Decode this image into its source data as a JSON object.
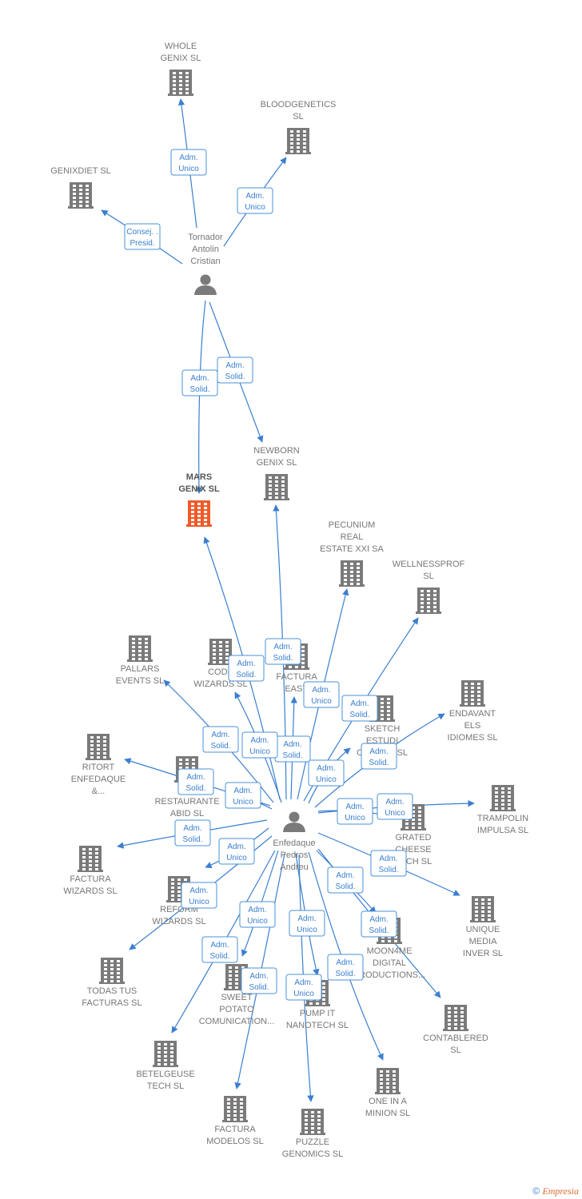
{
  "colors": {
    "building": "#7a7a7a",
    "highlight": "#f05a28",
    "person": "#7a7a7a",
    "edge": "#3a7fd0"
  },
  "nodes": [
    {
      "id": "whole",
      "type": "company",
      "label": [
        "WHOLE",
        "GENIX SL"
      ]
    },
    {
      "id": "blood",
      "type": "company",
      "label": [
        "BLOODGENETICS",
        "SL"
      ]
    },
    {
      "id": "genixdiet",
      "type": "company",
      "label": [
        "GENIXDIET SL"
      ]
    },
    {
      "id": "tornador",
      "type": "person",
      "label": [
        "Tornador",
        "Antolin",
        "Cristian"
      ]
    },
    {
      "id": "mars",
      "type": "company",
      "highlight": true,
      "label": [
        "MARS",
        "GENIX SL"
      ]
    },
    {
      "id": "newborn",
      "type": "company",
      "label": [
        "NEWBORN",
        "GENIX SL"
      ]
    },
    {
      "id": "pecunium",
      "type": "company",
      "label": [
        "PECUNIUM",
        "REAL",
        "ESTATE XXI SA"
      ]
    },
    {
      "id": "wellness",
      "type": "company",
      "label": [
        "WELLNESSPROF",
        "SL"
      ]
    },
    {
      "id": "pallars",
      "type": "company",
      "label": [
        "PALLARS",
        "EVENTS SL"
      ]
    },
    {
      "id": "code",
      "type": "company",
      "label": [
        "CODE",
        "WIZARDS SL"
      ]
    },
    {
      "id": "facturaeasy",
      "type": "company",
      "label": [
        "FACTURA",
        "EASY"
      ]
    },
    {
      "id": "sketch",
      "type": "company",
      "label": [
        "SKETCH",
        "ESTUDI",
        "CREATIU SL"
      ]
    },
    {
      "id": "endavant",
      "type": "company",
      "label": [
        "ENDAVANT",
        "ELS",
        "IDIOMES SL"
      ]
    },
    {
      "id": "ritort",
      "type": "company",
      "label": [
        "RITORT",
        "ENFEDAQUE",
        "&..."
      ]
    },
    {
      "id": "restaurante",
      "type": "company",
      "label": [
        "EL",
        "RESTAURANTE",
        "ABID SL"
      ]
    },
    {
      "id": "trampolin",
      "type": "company",
      "label": [
        "TRAMPOLIN",
        "IMPULSA SL"
      ]
    },
    {
      "id": "grated",
      "type": "company",
      "label": [
        "GRATED",
        "CHEESE",
        "TECH SL"
      ]
    },
    {
      "id": "enfedaque",
      "type": "person",
      "label": [
        "Enfedaque",
        "Pedros",
        "Andreu"
      ]
    },
    {
      "id": "facturawiz",
      "type": "company",
      "label": [
        "FACTURA",
        "WIZARDS SL"
      ]
    },
    {
      "id": "reform",
      "type": "company",
      "label": [
        "REFORM",
        "WIZARDS SL"
      ]
    },
    {
      "id": "unique",
      "type": "company",
      "label": [
        "UNIQUE",
        "MEDIA",
        "INVER SL"
      ]
    },
    {
      "id": "todas",
      "type": "company",
      "label": [
        "TODAS TUS",
        "FACTURAS SL"
      ]
    },
    {
      "id": "moon",
      "type": "company",
      "label": [
        "MOON4ME",
        "DIGITAL",
        "PRODUCTIONS..."
      ]
    },
    {
      "id": "sweet",
      "type": "company",
      "label": [
        "SWEET",
        "POTATO",
        "COMUNICATION..."
      ]
    },
    {
      "id": "pumpit",
      "type": "company",
      "label": [
        "PUMP IT",
        "NANOTECH SL"
      ]
    },
    {
      "id": "contablered",
      "type": "company",
      "label": [
        "CONTABLERED",
        "SL"
      ]
    },
    {
      "id": "betelgeuse",
      "type": "company",
      "label": [
        "BETELGEUSE",
        "TECH SL"
      ]
    },
    {
      "id": "oneinamin",
      "type": "company",
      "label": [
        "ONE IN A",
        "MINION SL"
      ]
    },
    {
      "id": "facturamod",
      "type": "company",
      "label": [
        "FACTURA",
        "MODELOS SL"
      ]
    },
    {
      "id": "puzzle",
      "type": "company",
      "label": [
        "PUZZLE",
        "GENOMICS SL"
      ]
    }
  ],
  "edges": [
    {
      "from": "tornador",
      "to": "whole",
      "role": [
        "Adm.",
        "Unico"
      ]
    },
    {
      "from": "tornador",
      "to": "blood",
      "role": [
        "Adm.",
        "Unico"
      ]
    },
    {
      "from": "tornador",
      "to": "genixdiet",
      "role": [
        "Consej. .",
        "Presid."
      ]
    },
    {
      "from": "tornador",
      "to": "mars",
      "role": [
        "Adm.",
        "Solid."
      ]
    },
    {
      "from": "tornador",
      "to": "newborn",
      "role": [
        "Adm.",
        "Solid."
      ]
    },
    {
      "from": "enfedaque",
      "to": "mars",
      "role": [
        "Adm.",
        "Solid."
      ]
    },
    {
      "from": "enfedaque",
      "to": "newborn",
      "role": [
        "Adm.",
        "Solid."
      ]
    },
    {
      "from": "enfedaque",
      "to": "facturaeasy",
      "role": [
        "Adm.",
        "Solid."
      ]
    },
    {
      "from": "enfedaque",
      "to": "pecunium",
      "role": [
        "Adm.",
        "Unico"
      ]
    },
    {
      "from": "enfedaque",
      "to": "wellness",
      "role": [
        "Adm.",
        "Solid."
      ]
    },
    {
      "from": "enfedaque",
      "to": "pallars",
      "role": [
        "Adm.",
        "Solid."
      ]
    },
    {
      "from": "enfedaque",
      "to": "code",
      "role": [
        "Adm.",
        "Unico"
      ]
    },
    {
      "from": "enfedaque",
      "to": "sketch",
      "role": [
        "Adm.",
        "Unico"
      ]
    },
    {
      "from": "enfedaque",
      "to": "endavant",
      "role": [
        "Adm.",
        "Solid."
      ]
    },
    {
      "from": "enfedaque",
      "to": "ritort",
      "role": [
        "Adm.",
        "Solid."
      ]
    },
    {
      "from": "enfedaque",
      "to": "restaurante",
      "role": [
        "Adm.",
        "Unico"
      ]
    },
    {
      "from": "enfedaque",
      "to": "trampolin",
      "role": [
        "Adm.",
        "Unico"
      ]
    },
    {
      "from": "enfedaque",
      "to": "grated",
      "role": [
        "Adm.",
        "Unico"
      ]
    },
    {
      "from": "enfedaque",
      "to": "facturawiz",
      "role": [
        "Adm.",
        "Solid."
      ]
    },
    {
      "from": "enfedaque",
      "to": "reform",
      "role": [
        "Adm.",
        "Unico"
      ]
    },
    {
      "from": "enfedaque",
      "to": "unique",
      "role": [
        "Adm.",
        "Solid."
      ]
    },
    {
      "from": "enfedaque",
      "to": "todas",
      "role": [
        "Adm.",
        "Unico"
      ]
    },
    {
      "from": "enfedaque",
      "to": "moon",
      "role": [
        "Adm.",
        "Solid."
      ]
    },
    {
      "from": "enfedaque",
      "to": "sweet",
      "role": [
        "Adm.",
        "Unico"
      ]
    },
    {
      "from": "enfedaque",
      "to": "pumpit",
      "role": [
        "Adm.",
        "Unico"
      ]
    },
    {
      "from": "enfedaque",
      "to": "contablered",
      "role": [
        "Adm.",
        "Solid."
      ]
    },
    {
      "from": "enfedaque",
      "to": "betelgeuse",
      "role": [
        "Adm.",
        "Solid."
      ]
    },
    {
      "from": "enfedaque",
      "to": "oneinamin",
      "role": [
        "Adm.",
        "Solid."
      ]
    },
    {
      "from": "enfedaque",
      "to": "facturamod",
      "role": [
        "Adm.",
        "Solid."
      ]
    },
    {
      "from": "enfedaque",
      "to": "puzzle",
      "role": [
        "Adm.",
        "Unico"
      ]
    }
  ],
  "footer": {
    "copyright": "©",
    "brand": "Empresia"
  }
}
